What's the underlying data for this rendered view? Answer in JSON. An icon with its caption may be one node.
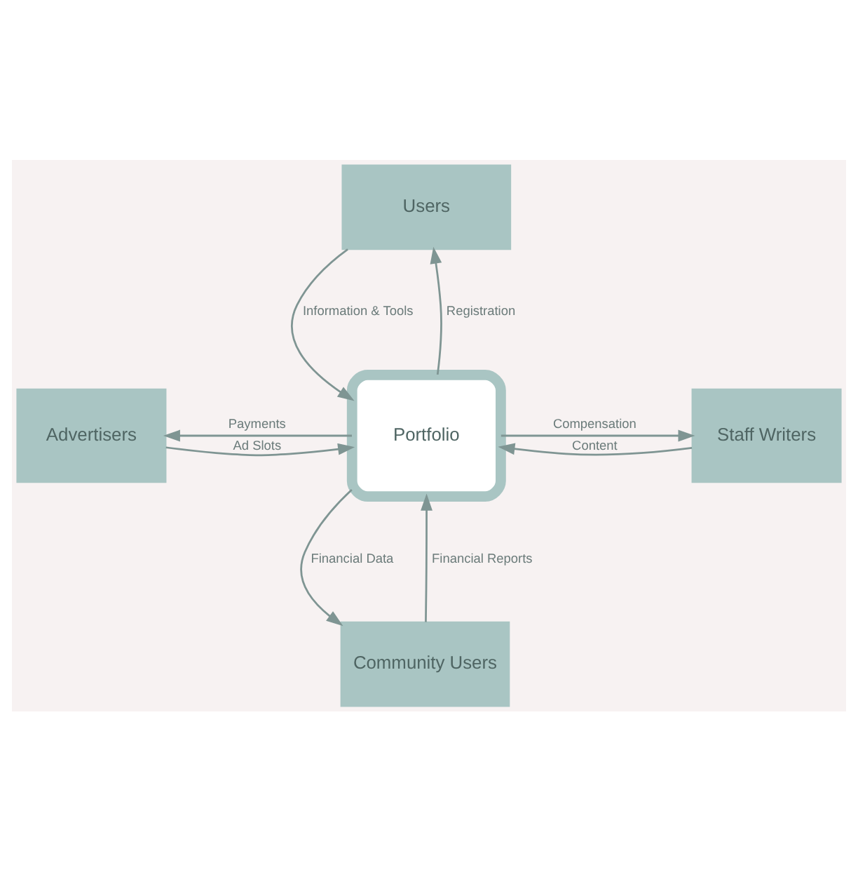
{
  "diagram": {
    "nodes": [
      {
        "text": [
          "Users"
        ]
      },
      {
        "text": [
          "Advertisers"
        ]
      },
      {
        "text": [
          "Portfolio"
        ]
      },
      {
        "text": [
          "Staff Writers"
        ]
      },
      {
        "text": [
          "Community Users"
        ]
      }
    ],
    "edges": [
      {
        "from": 0,
        "to": 2,
        "arrow": "to",
        "label": "Information & Tools"
      },
      {
        "from": 2,
        "to": 0,
        "arrow": "to",
        "label": "Registration"
      },
      {
        "from": 2,
        "to": 1,
        "arrow": "to",
        "label": "Payments"
      },
      {
        "from": 1,
        "to": 2,
        "arrow": "to",
        "label": "Ad Slots"
      },
      {
        "from": 2,
        "to": 3,
        "arrow": "to",
        "label": "Compensation"
      },
      {
        "from": 3,
        "to": 2,
        "arrow": "to",
        "label": "Content"
      },
      {
        "from": 4,
        "to": 2,
        "arrow": "to",
        "label": "Financial Reports"
      },
      {
        "from": 2,
        "to": 4,
        "arrow": "to",
        "label": "Financial Data"
      }
    ]
  }
}
